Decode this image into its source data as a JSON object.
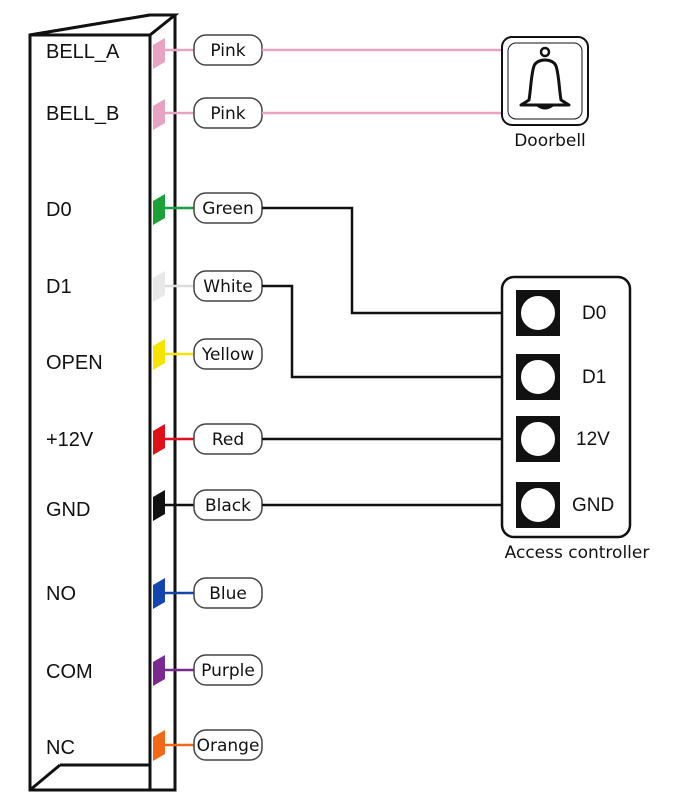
{
  "terminal_block": {
    "pins": [
      {
        "label": "BELL_A",
        "wire": "Pink",
        "color": "#e8a3c2"
      },
      {
        "label": "BELL_B",
        "wire": "Pink",
        "color": "#e8a3c2"
      },
      {
        "label": "D0",
        "wire": "Green",
        "color": "#1f9e3a"
      },
      {
        "label": "D1",
        "wire": "White",
        "color": "#e8e8e8"
      },
      {
        "label": "OPEN",
        "wire": "Yellow",
        "color": "#f4e400"
      },
      {
        "label": "+12V",
        "wire": "Red",
        "color": "#e0101a"
      },
      {
        "label": "GND",
        "wire": "Black",
        "color": "#111111"
      },
      {
        "label": "NO",
        "wire": "Blue",
        "color": "#1346a8"
      },
      {
        "label": "COM",
        "wire": "Purple",
        "color": "#7a2a8e"
      },
      {
        "label": "NC",
        "wire": "Orange",
        "color": "#ee6a1a"
      }
    ]
  },
  "doorbell": {
    "label": "Doorbell"
  },
  "access_controller": {
    "label": "Access controller",
    "terminals": [
      "D0",
      "D1",
      "12V",
      "GND"
    ]
  },
  "colors": {
    "pink_wire": "#e8a3c2",
    "line": "#111111"
  }
}
